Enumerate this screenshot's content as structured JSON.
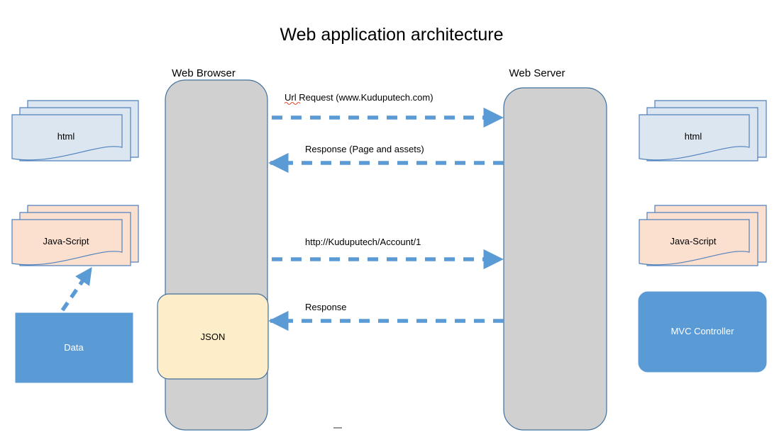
{
  "page": {
    "title": "Web application architecture",
    "background_color": "#ffffff"
  },
  "colors": {
    "accent_blue": "#5B9BD5",
    "container_gray": "#D0D0D0",
    "container_border": "#41719C",
    "doc_html_fill": "#DCE6F1",
    "doc_js_fill": "#FBE0D0",
    "doc_border": "#4F81BD",
    "json_fill": "#FDEDC8",
    "json_border": "#41719C",
    "data_fill": "#5B9BD5",
    "text_dark": "#000000",
    "text_light": "#ffffff",
    "spellcheck_red": "#E8503A",
    "artifact_gray": "#7F7F7F"
  },
  "containers": [
    {
      "id": "web-browser",
      "label": "Web Browser"
    },
    {
      "id": "web-server",
      "label": "Web Server"
    }
  ],
  "left_column": {
    "documents": [
      {
        "id": "html-left",
        "label": "html",
        "kind": "multidocument-blue"
      },
      {
        "id": "javascript-left",
        "label": "Java-Script",
        "kind": "multidocument-peach"
      }
    ],
    "data_box": {
      "id": "data-left",
      "label": "Data"
    }
  },
  "right_column": {
    "documents": [
      {
        "id": "html-right",
        "label": "html",
        "kind": "multidocument-blue"
      },
      {
        "id": "javascript-right",
        "label": "Java-Script",
        "kind": "multidocument-peach"
      }
    ],
    "controller_box": {
      "id": "mvc-controller",
      "label": "MVC Controller"
    }
  },
  "browser_inner": {
    "json_box": {
      "id": "json-box",
      "label": "JSON"
    }
  },
  "connections": [
    {
      "id": "url-request",
      "label": "Url Request (www.Kuduputech.com)",
      "direction": "right",
      "spellcheck_underline": "Url"
    },
    {
      "id": "response-page-assets",
      "label": "Response (Page and assets)",
      "direction": "left",
      "spellcheck_underline": ""
    },
    {
      "id": "account-request",
      "label": "http://Kuduputech/Account/1",
      "direction": "right",
      "spellcheck_underline": ""
    },
    {
      "id": "response-json",
      "label": "Response",
      "direction": "left",
      "spellcheck_underline": ""
    }
  ],
  "data_to_javascript_arrow": {
    "id": "data-to-javascript",
    "label": ""
  },
  "artifact": {
    "id": "stray-dash",
    "label": ""
  }
}
